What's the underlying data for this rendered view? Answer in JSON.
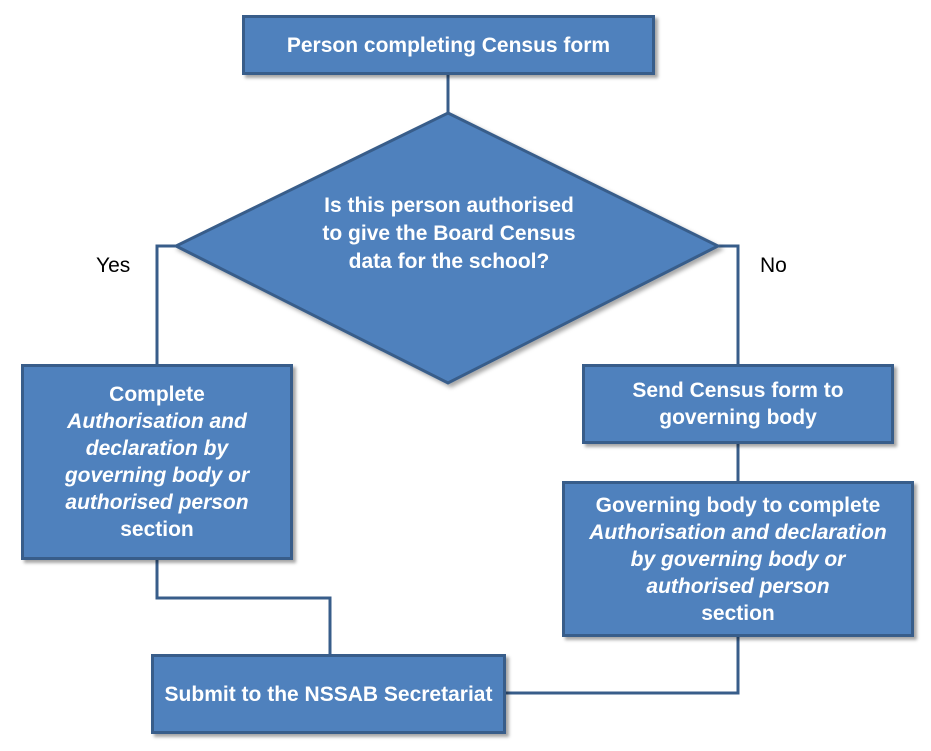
{
  "colors": {
    "node_fill": "#4f81bd",
    "node_border": "#385d8a",
    "connector": "#385d8a",
    "node_text": "#ffffff"
  },
  "nodes": {
    "start": {
      "text": "Person completing Census form"
    },
    "decision": {
      "text": "Is this person authorised to give the Board Census data for the school?"
    },
    "yes_step": {
      "text_1": "Complete",
      "text_2": "Authorisation and declaration by governing body or authorised person",
      "text_3": "section"
    },
    "no_step_1": {
      "text": "Send Census form to governing body"
    },
    "no_step_2": {
      "text_1": "Governing body to complete",
      "text_2": "Authorisation and declaration by governing body or authorised person",
      "text_3": "section"
    },
    "submit": {
      "text": "Submit to the NSSAB Secretariat"
    }
  },
  "labels": {
    "yes": "Yes",
    "no": "No"
  }
}
